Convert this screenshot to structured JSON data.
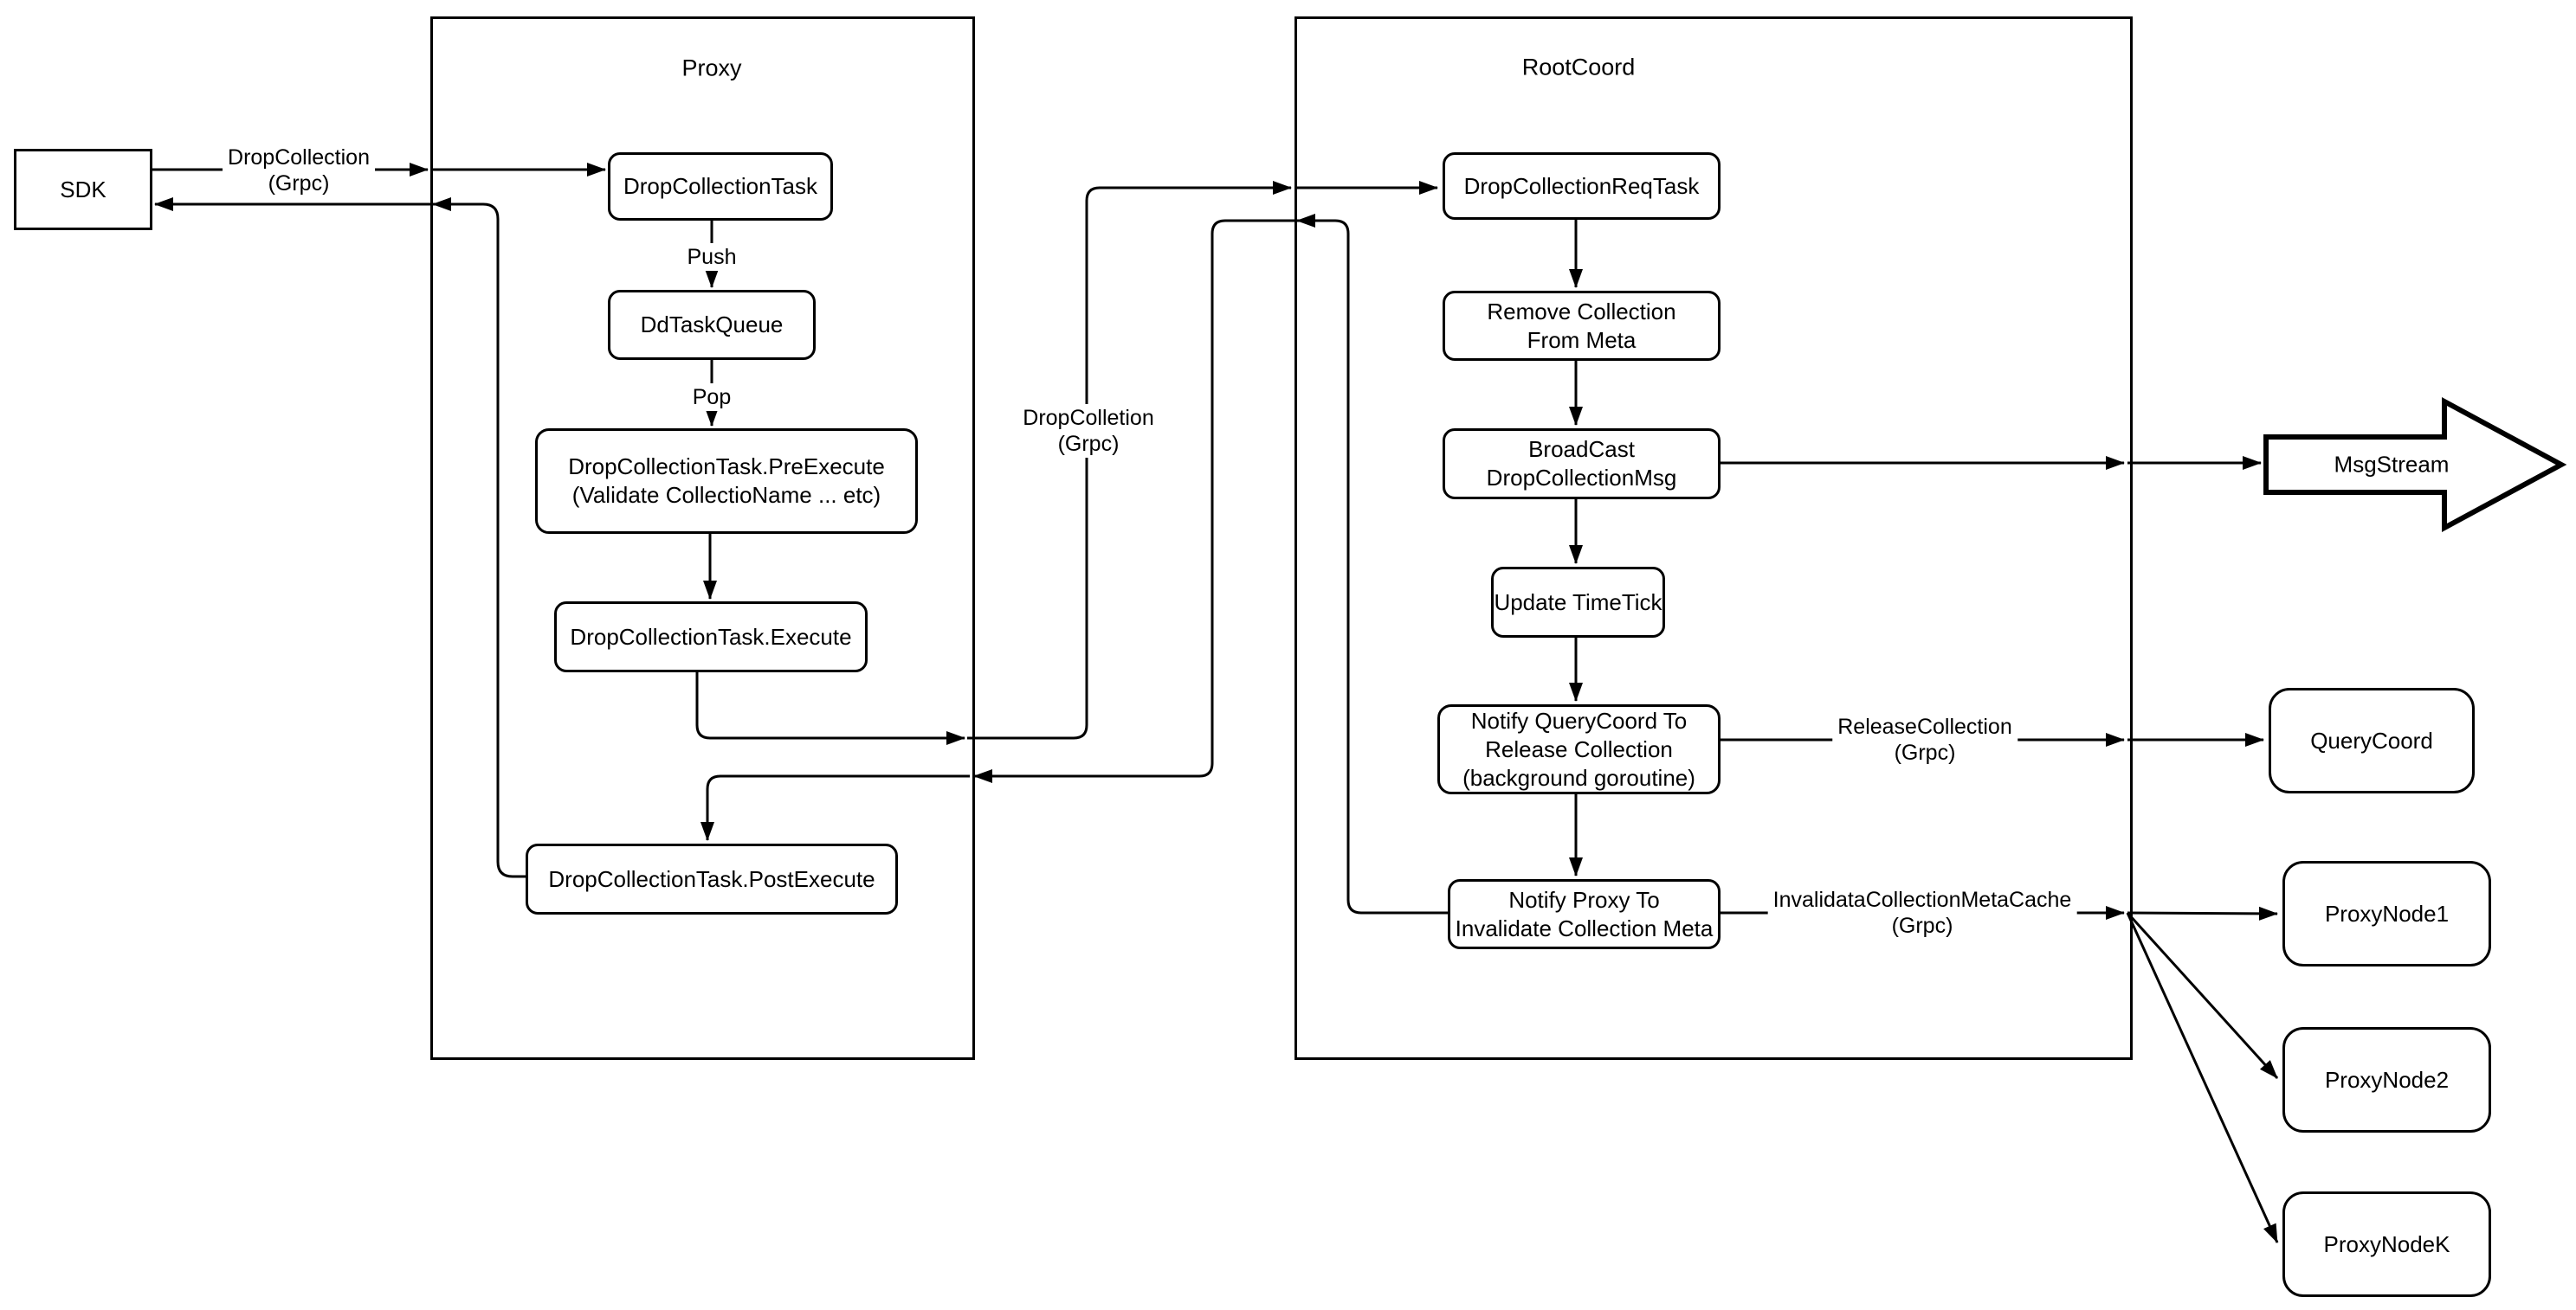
{
  "canvas": {
    "background": "#ffffff",
    "stroke": "#000000"
  },
  "containers": {
    "proxy": {
      "title": "Proxy"
    },
    "rootcoord": {
      "title": "RootCoord"
    }
  },
  "nodes": {
    "sdk": {
      "label": "SDK"
    },
    "dropCollectionTask": {
      "label": "DropCollectionTask"
    },
    "ddTaskQueue": {
      "label": "DdTaskQueue"
    },
    "preExecute": {
      "line1": "DropCollectionTask.PreExecute",
      "line2": "(Validate CollectioName ... etc)"
    },
    "execute": {
      "label": "DropCollectionTask.Execute"
    },
    "postExecute": {
      "label": "DropCollectionTask.PostExecute"
    },
    "dropCollectionReqTask": {
      "label": "DropCollectionReqTask"
    },
    "removeCollection": {
      "line1": "Remove Collection",
      "line2": "From Meta"
    },
    "broadcast": {
      "line1": "BroadCast",
      "line2": "DropCollectionMsg"
    },
    "updateTimeTick": {
      "label": "Update TimeTick"
    },
    "notifyQueryCoord": {
      "line1": "Notify QueryCoord To",
      "line2": "Release Collection",
      "line3": "(background goroutine)"
    },
    "notifyProxy": {
      "line1": "Notify Proxy To",
      "line2": "Invalidate Collection Meta"
    },
    "msgStream": {
      "label": "MsgStream"
    },
    "queryCoord": {
      "label": "QueryCoord"
    },
    "proxyNode1": {
      "label": "ProxyNode1"
    },
    "proxyNode2": {
      "label": "ProxyNode2"
    },
    "proxyNodeK": {
      "label": "ProxyNodeK"
    }
  },
  "edgeLabels": {
    "dropCollectionGrpc": {
      "line1": "DropCollection",
      "line2": "(Grpc)"
    },
    "push": {
      "label": "Push"
    },
    "pop": {
      "label": "Pop"
    },
    "dropColletionGrpc": {
      "line1": "DropColletion",
      "line2": "(Grpc)"
    },
    "releaseCollection": {
      "line1": "ReleaseCollection",
      "line2": "(Grpc)"
    },
    "invalidataCollectionMetaCache": {
      "line1": "InvalidataCollectionMetaCache",
      "line2": "(Grpc)"
    }
  }
}
